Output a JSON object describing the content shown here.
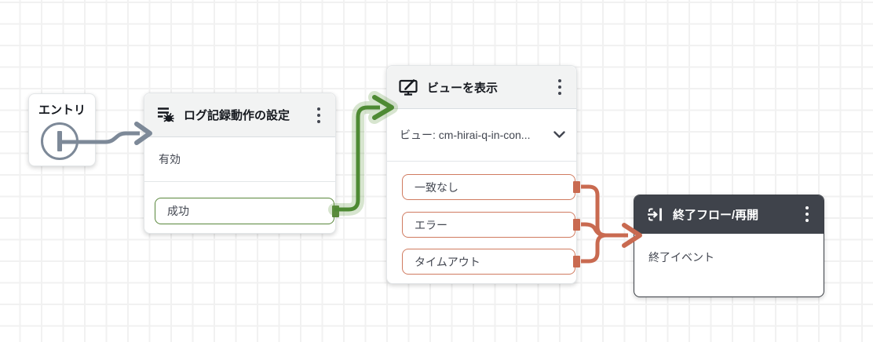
{
  "colors": {
    "connector_gray": "#7d8998",
    "success_green": "#4e8a33",
    "success_green_halo": "rgba(96,153,62,0.25)",
    "error_orange": "#c96a50",
    "end_header_dark": "#3f434b",
    "header_gray": "#f2f3f3",
    "grid_line": "#f1f1f1"
  },
  "entry_node": {
    "label": "エントリ"
  },
  "logging_node": {
    "title": "ログ記録動作の設定",
    "row_enabled": "有効",
    "output_success": "成功"
  },
  "view_node": {
    "title": "ビューを表示",
    "view_selector": "ビュー: cm-hirai-q-in-con...",
    "outputs": [
      "一致なし",
      "エラー",
      "タイムアウト"
    ]
  },
  "end_node": {
    "title": "終了フロー/再開",
    "row_end_event": "終了イベント"
  }
}
